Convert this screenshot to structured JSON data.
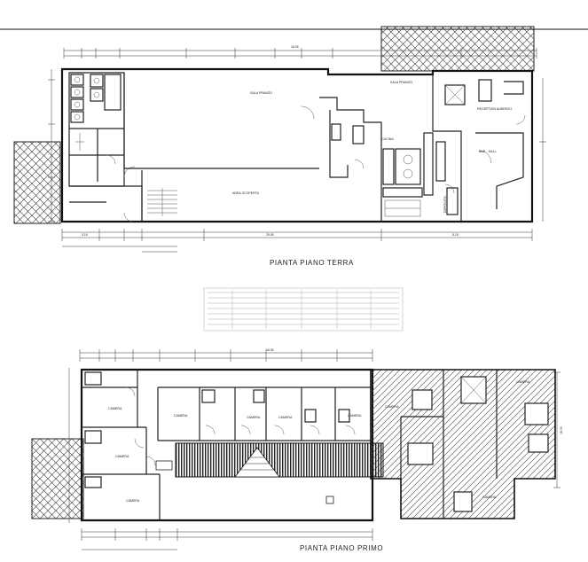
{
  "titles": {
    "ground_floor": "PIANTA PIANO TERRA",
    "first_floor": "PIANTA PIANO PRIMO"
  },
  "rooms_ground": {
    "sala_pranzo_1": "SALA PRANZO",
    "sala_pranzo_2": "SALA PRANZO",
    "area_scoperta": "AREA SCOPERTA",
    "reception": "RECEPTION ALBERGO",
    "bar": "BAR - HALL",
    "cucina": "CUCINA",
    "deposito": "DEPOSITO"
  },
  "rooms_first": {
    "camera_1": "CAMERA",
    "camera_2": "CAMERA",
    "camera_3": "CAMERA",
    "camera_4": "CAMERA",
    "camera_5": "CAMERA",
    "camera_6": "CAMERA",
    "camera_7": "CAMERA",
    "camera_8": "CAMERA",
    "camera_9": "CAMERA",
    "camera_10": "CAMERA"
  },
  "dims_ground": {
    "total": "29.05",
    "left": "3.15",
    "right": "8.15",
    "top_total": "16.05"
  },
  "dims_first": {
    "top_total": "16.05",
    "right_total": "18.05"
  }
}
